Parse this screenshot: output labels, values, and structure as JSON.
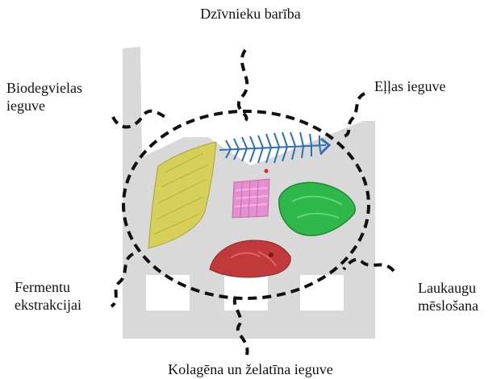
{
  "labels": {
    "top": "Dzīvnieku barība",
    "top_left": [
      "Biodegvielas",
      "ieguve"
    ],
    "top_right": "Eļļas ieguve",
    "mid_left": [
      "Fermentu",
      "ekstrakcijai"
    ],
    "mid_right": [
      "Laukaugu",
      "mēslošana"
    ],
    "bottom": "Kolagēna un želatīna ieguve"
  },
  "colors": {
    "factory": "#d9d9d9",
    "window": "#ffffff",
    "dash": "#111111",
    "skin_yellow": "#d6d05a",
    "skeleton_blue": "#2f6fb3",
    "scales_pink": "#e58fcf",
    "viscera_green": "#2fb84a",
    "head_red": "#c0393b",
    "dot_red": "#e0202a"
  },
  "icons": [
    "factory-icon",
    "fish-skin-icon",
    "fish-skeleton-icon",
    "fish-scales-icon",
    "fish-viscera-icon",
    "fish-head-icon"
  ]
}
